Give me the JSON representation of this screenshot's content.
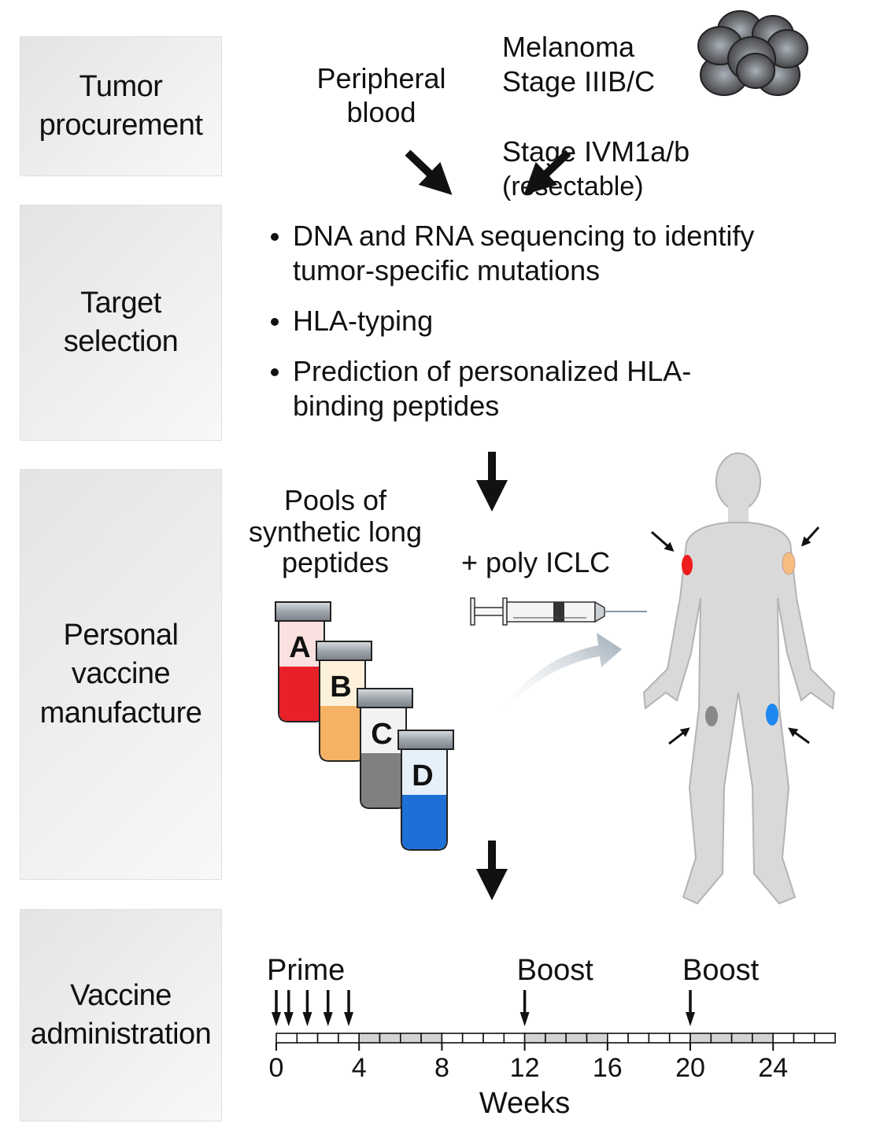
{
  "stages": [
    {
      "label": "Tumor\nprocurement"
    },
    {
      "label": "Target\nselection"
    },
    {
      "label": "Personal\nvaccine\nmanufacture"
    },
    {
      "label": "Vaccine\nadministration"
    }
  ],
  "procurement": {
    "blood_label": "Peripheral\nblood",
    "melanoma_title": "Melanoma",
    "stage_1": "Stage IIIB/C",
    "stage_2": "Stage IVM1a/b",
    "stage_2_note": "(resectable)"
  },
  "target_selection": {
    "bullets": [
      "DNA and RNA sequencing to identify\ntumor-specific mutations",
      "HLA-typing",
      "Prediction of personalized HLA-\nbinding peptides"
    ]
  },
  "manufacture": {
    "pools_label": "Pools of\nsynthetic long\npeptides",
    "adjuvant_label": "+ poly ICLC",
    "vials": [
      {
        "letter": "A",
        "color": "#e8202a",
        "tint": "#fbe0e0"
      },
      {
        "letter": "B",
        "color": "#f5b265",
        "tint": "#fdf1dc"
      },
      {
        "letter": "C",
        "color": "#808080",
        "tint": "#f2f2f2"
      },
      {
        "letter": "D",
        "color": "#1e6fd6",
        "tint": "#e6f0fb"
      }
    ],
    "injection_sites": [
      {
        "site": "right upper arm",
        "color": "#ee1c1c"
      },
      {
        "site": "left upper arm",
        "color": "#f5bd7e"
      },
      {
        "site": "right thigh",
        "color": "#888888"
      },
      {
        "site": "left thigh",
        "color": "#1e88f0"
      }
    ]
  },
  "chart_data": {
    "type": "timeline",
    "xlabel": "Weeks",
    "xlim": [
      0,
      27
    ],
    "ticks": [
      0,
      4,
      8,
      12,
      16,
      20,
      24
    ],
    "tick_labels": [
      "0",
      "4",
      "8",
      "12",
      "16",
      "20",
      "24"
    ],
    "shaded_ranges": [
      [
        4,
        8
      ],
      [
        12,
        16
      ],
      [
        20,
        24
      ]
    ],
    "events": [
      {
        "label": "Prime",
        "weeks": [
          0,
          0.6,
          1.5,
          2.5,
          3.5
        ]
      },
      {
        "label": "Boost",
        "weeks": [
          12
        ]
      },
      {
        "label": "Boost",
        "weeks": [
          20
        ]
      }
    ]
  }
}
